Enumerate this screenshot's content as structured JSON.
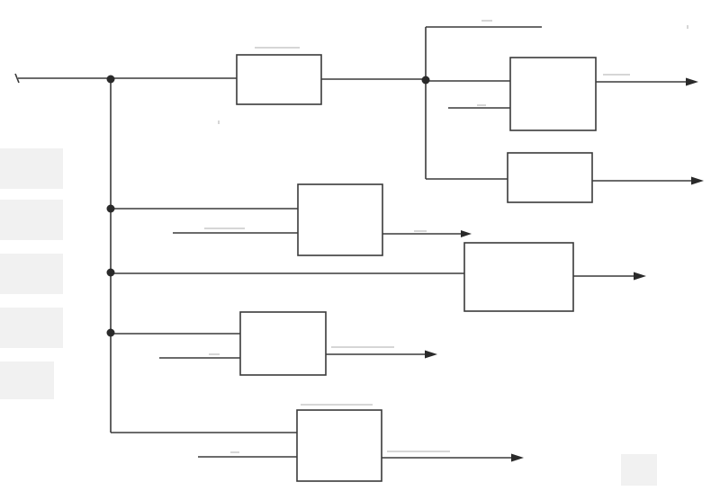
{
  "diagram": {
    "type": "block-diagram",
    "colors": {
      "line": "#3a3a3a",
      "node": "#2a2a2a",
      "background": "#ffffff"
    },
    "block_count": 7,
    "junction_count": 5,
    "output_arrow_count": 6,
    "labels_legible": false
  }
}
